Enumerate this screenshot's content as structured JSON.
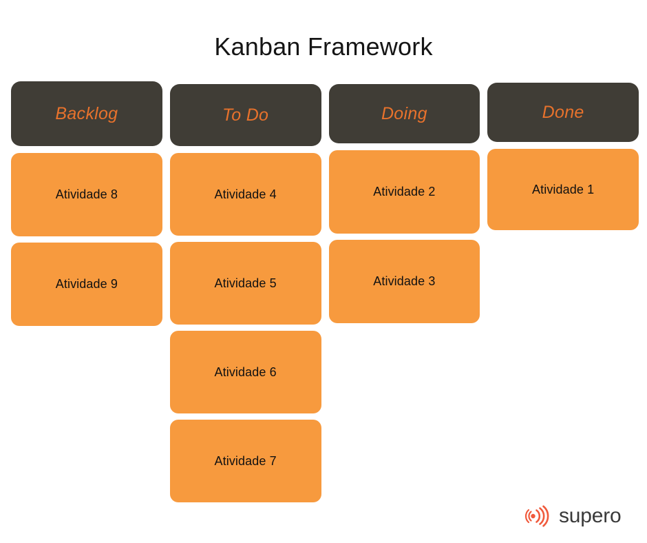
{
  "board": {
    "title": "Kanban Framework",
    "columns": [
      {
        "header": "Backlog",
        "cards": [
          {
            "label": "Atividade 8"
          },
          {
            "label": "Atividade 9"
          }
        ]
      },
      {
        "header": "To Do",
        "cards": [
          {
            "label": "Atividade 4"
          },
          {
            "label": "Atividade 5"
          },
          {
            "label": "Atividade 6"
          },
          {
            "label": "Atividade 7"
          }
        ]
      },
      {
        "header": "Doing",
        "cards": [
          {
            "label": "Atividade 2"
          },
          {
            "label": "Atividade 3"
          }
        ]
      },
      {
        "header": "Done",
        "cards": [
          {
            "label": "Atividade 1"
          }
        ]
      }
    ]
  },
  "brand": {
    "name": "supero",
    "mark_icon": "signal-waves-icon"
  },
  "colors": {
    "background": "#FFFFFF",
    "header_background": "#403D36",
    "header_text": "#E8722C",
    "card_background": "#F79A3E",
    "card_text": "#111111",
    "title_text": "#151515",
    "brand_mark": "#F05A3C",
    "brand_wordmark": "#3A3A3A"
  }
}
